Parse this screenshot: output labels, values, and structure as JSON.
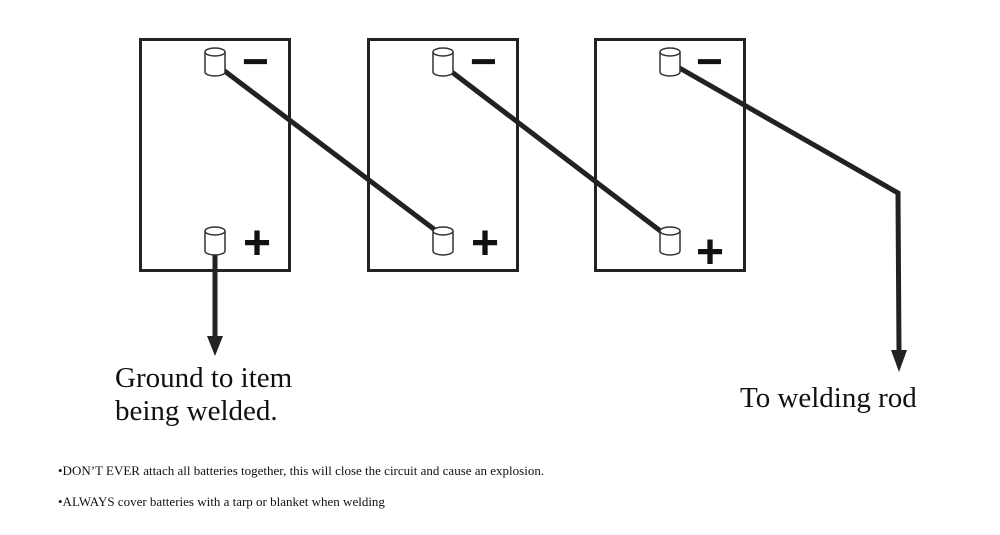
{
  "diagram": {
    "batteries": [
      {
        "negative_symbol": "−",
        "positive_symbol": "+"
      },
      {
        "negative_symbol": "−",
        "positive_symbol": "+"
      },
      {
        "negative_symbol": "−",
        "positive_symbol": "+"
      }
    ],
    "ground_label_line1": "Ground to item",
    "ground_label_line2": "being welded.",
    "rod_label": "To welding rod",
    "notes": [
      "•DON’T EVER attach all batteries together, this will close the circuit and cause an explosion.",
      "•ALWAYS cover batteries with a tarp or blanket when welding"
    ]
  }
}
